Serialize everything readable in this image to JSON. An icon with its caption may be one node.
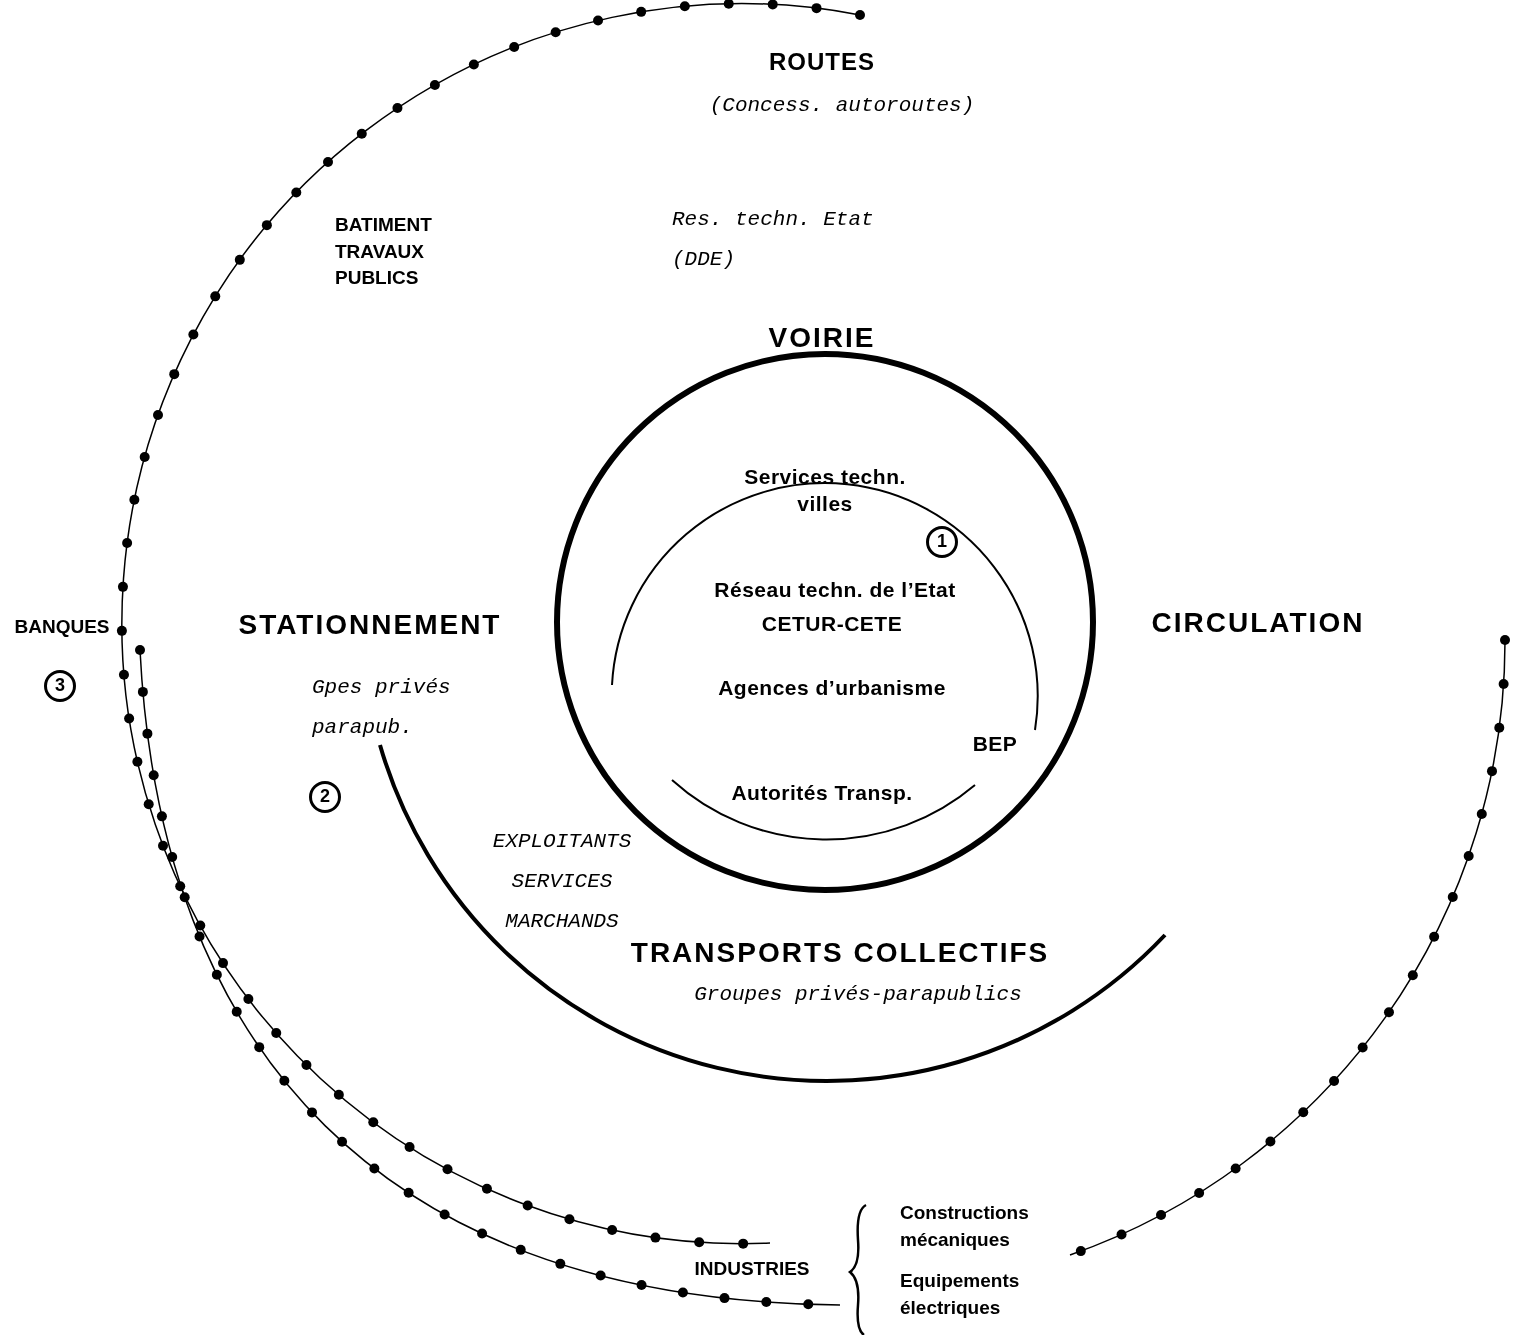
{
  "diagram": {
    "labels": [
      "ROUTES",
      "(Concess. autoroutes)",
      "BATIMENT TRAVAUX PUBLICS",
      "Res. techn. Etat (DDE)",
      "VOIRIE",
      "Services techn. villes",
      "1",
      "Réseau techn. de l’Etat",
      "BANQUES",
      "STATIONNEMENT",
      "CETUR-CETE",
      "CIRCULATION",
      "3",
      "Gpes privés parapub.",
      "Agences d’urbanisme",
      "BEP",
      "2",
      "Autorités Transp.",
      "EXPLOITANTS SERVICES MARCHANDS",
      "TRANSPORTS COLLECTIFS",
      "Groupes privés-parapublics",
      "Constructions mécaniques",
      "INDUSTRIES",
      "Equipements électriques"
    ]
  }
}
